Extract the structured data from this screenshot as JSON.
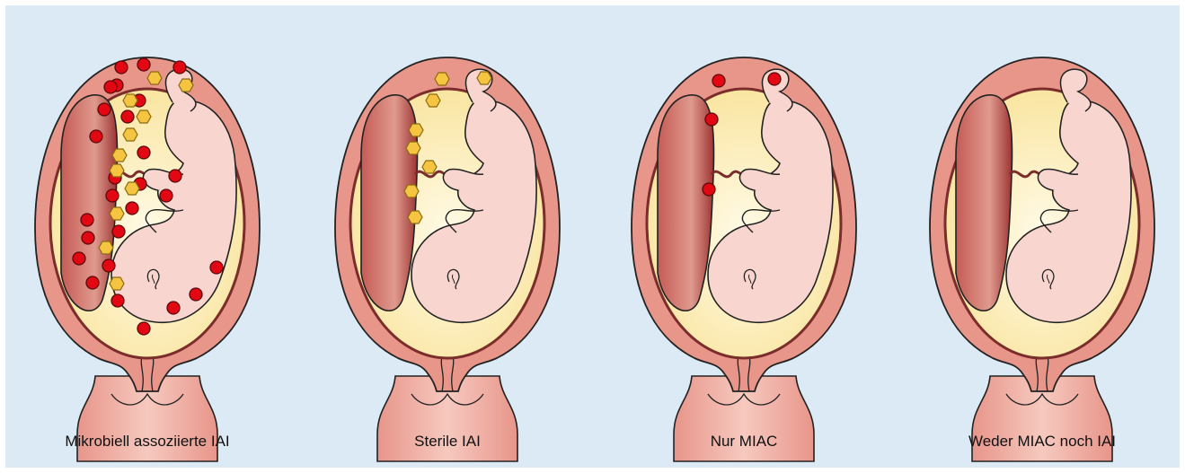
{
  "colors": {
    "background": "#dceaf6",
    "uterus_wall": "#e8958a",
    "amniotic_fluid": "#fbe9a7",
    "placenta": "#b8504c",
    "fetus": "#f8d6cf",
    "bacteria": "#e30613",
    "inflammation_marker": "#f5c542"
  },
  "icons": {
    "bacteria": "red-dot-icon",
    "inflammation": "yellow-hexagon-icon"
  },
  "panels": [
    {
      "caption": "Mikrobiell assoziierte IAI",
      "bacteria": true,
      "inflammation": true,
      "heavy": true
    },
    {
      "caption": "Sterile IAI",
      "bacteria": false,
      "inflammation": true,
      "heavy": false
    },
    {
      "caption": "Nur MIAC",
      "bacteria": true,
      "inflammation": false,
      "heavy": false
    },
    {
      "caption": "Weder MIAC noch IAI",
      "bacteria": false,
      "inflammation": false,
      "heavy": false
    }
  ]
}
